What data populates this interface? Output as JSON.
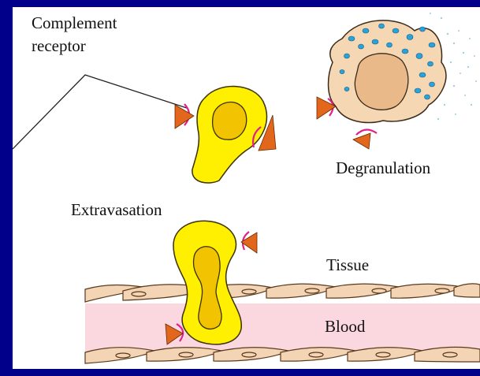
{
  "labels": {
    "complement_receptor_line1": "Complement",
    "complement_receptor_line2": "receptor",
    "degranulation": "Degranulation",
    "extravasation": "Extravasation",
    "tissue": "Tissue",
    "blood": "Blood"
  },
  "colors": {
    "frame": "#00008b",
    "cell_yellow": "#ffef00",
    "nucleus_gold": "#f2c300",
    "complement_triangle": "#e2671c",
    "receptor_magenta": "#e0208c",
    "mast_cell_body": "#f6d7b3",
    "mast_cell_nucleus": "#e9b98a",
    "granule_blue": "#2aa3d8",
    "endothelial_cell": "#f3d4b4",
    "blood_pink": "#fbd7df"
  }
}
